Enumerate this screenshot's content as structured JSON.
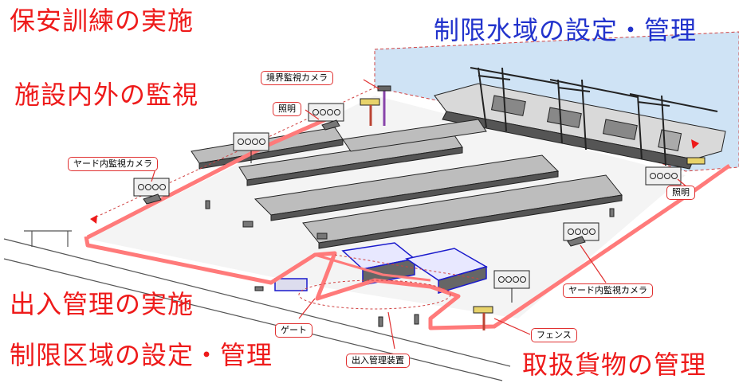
{
  "headings": {
    "security_training": "保安訓練の実施",
    "restricted_water": "制限水域の設定・管理",
    "facility_monitoring": "施設内外の監視",
    "access_control": "出入管理の実施",
    "restricted_area": "制限区域の設定・管理",
    "cargo_management": "取扱貨物の管理"
  },
  "callouts": {
    "boundary_camera": "境界監視カメラ",
    "lighting_left": "照明",
    "yard_camera_left": "ヤード内監視カメラ",
    "lighting_right": "照明",
    "yard_camera_right": "ヤード内監視カメラ",
    "gate": "ゲート",
    "access_device": "出入管理装置",
    "fence": "フェンス"
  },
  "colors": {
    "heading_red": "#ee1a1a",
    "heading_blue": "#2233cc",
    "fence_pink": "#ff7a7a",
    "water": "#cfe3f5"
  }
}
